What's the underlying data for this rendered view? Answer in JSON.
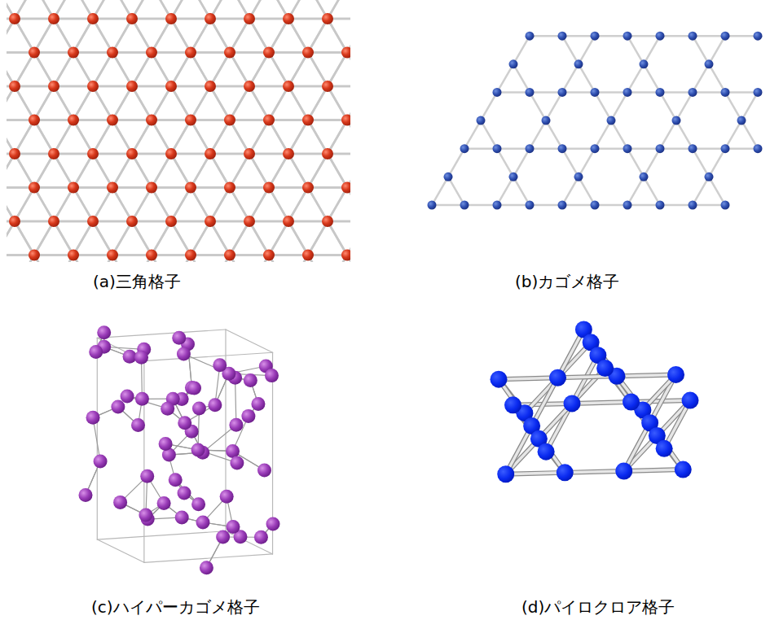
{
  "diagram": {
    "labels": [
      "(a)三角格子",
      "(b)カゴメ格子",
      "(c)ハイパーカゴメ格子",
      "(d)パイロクロア格子"
    ]
  }
}
